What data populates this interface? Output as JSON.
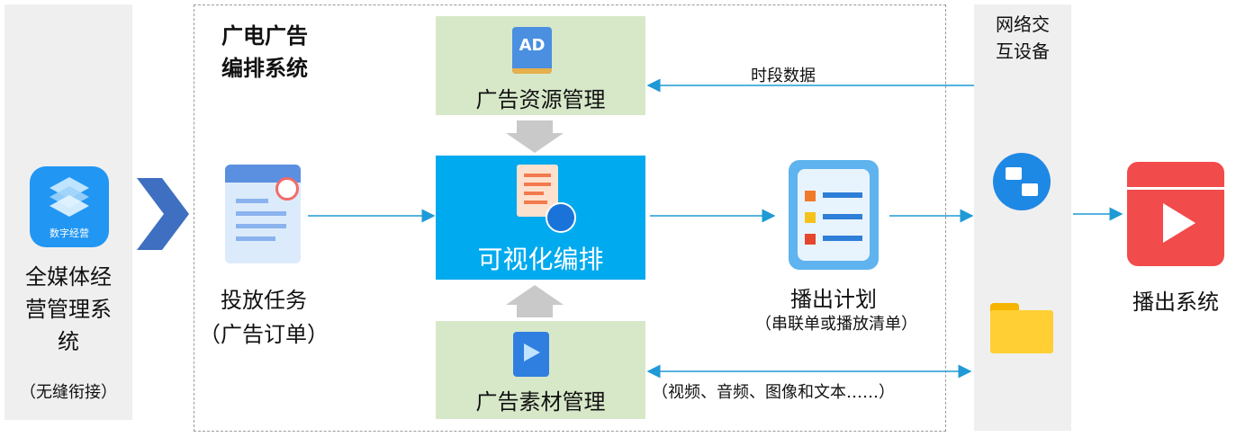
{
  "left": {
    "app_icon_label": "数字经营",
    "system_name_lines": [
      "全媒体经",
      "营管理系",
      "统"
    ],
    "seamless": "（无缝衔接）"
  },
  "core": {
    "title_lines": [
      "广电广告",
      "编排系统"
    ],
    "ad_resource": "广告资源管理",
    "visual_schedule": "可视化编排",
    "material_mgmt": "广告素材管理",
    "ad_logo": "AD"
  },
  "task": {
    "label": "投放任务",
    "sub": "（广告订单）"
  },
  "plan": {
    "label": "播出计划",
    "sub": "（串联单或播放清单）"
  },
  "network": {
    "title_lines": [
      "网络交",
      "互设备"
    ]
  },
  "flows": {
    "period_data": "时段数据",
    "media_types": "（视频、音频、图像和文本……）"
  },
  "output": {
    "label": "播出系统"
  },
  "colors": {
    "accent_blue": "#00aaee",
    "green_panel": "#d7e8c9",
    "arrow_blue": "#1f9ad6",
    "chevron": "#3e6fc1"
  }
}
